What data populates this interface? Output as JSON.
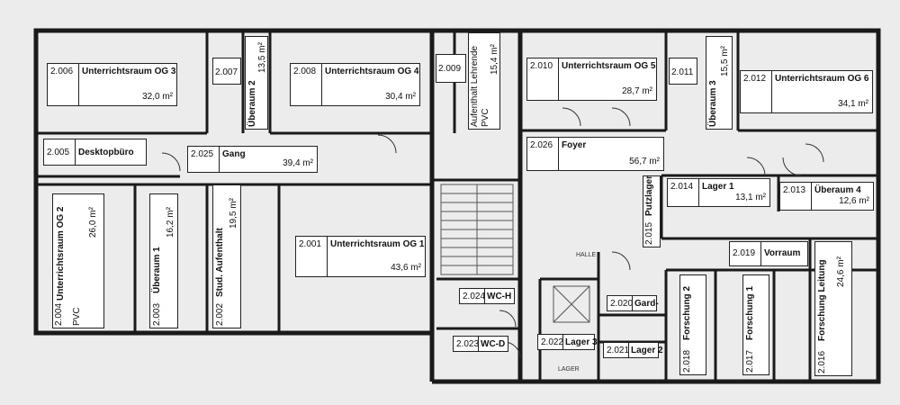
{
  "rooms": {
    "r2006": {
      "number": "2.006",
      "name": "Unterrichtsraum OG 3",
      "area": "32,0 m²"
    },
    "r2007": {
      "number": "2.007"
    },
    "r2008": {
      "number": "2.008",
      "name": "Unterrichtsraum OG 4",
      "area": "30,4 m²"
    },
    "r2009": {
      "number": "2.009"
    },
    "r2010": {
      "number": "2.010",
      "name": "Unterrichtsraum OG 5",
      "area": "28,7 m²"
    },
    "r2011": {
      "number": "2.011"
    },
    "r2012": {
      "number": "2.012",
      "name": "Unterrichtsraum OG 6",
      "area": "34,1 m²"
    },
    "r2005": {
      "number": "2.005",
      "name": "Desktopbüro"
    },
    "r2025": {
      "number": "2.025",
      "name": "Gang",
      "area": "39,4 m²"
    },
    "r2026": {
      "number": "2.026",
      "name": "Foyer",
      "area": "56,7 m²"
    },
    "r2014": {
      "number": "2.014",
      "name": "Lager 1",
      "area": "13,1 m²"
    },
    "r2013": {
      "number": "2.013",
      "name": "Überaum 4",
      "area": "12,6 m²"
    },
    "r2001": {
      "number": "2.001",
      "name": "Unterrichtsraum OG 1",
      "area": "43,6 m²"
    },
    "r2019": {
      "number": "2.019",
      "name": "Vorraum"
    },
    "r2024": {
      "number": "2.024",
      "name": "WC-H"
    },
    "r2020": {
      "number": "2.020",
      "name": "Gard-"
    },
    "r2023": {
      "number": "2.023",
      "name": "WC-D"
    },
    "r2022": {
      "number": "2.022",
      "name": "Lager 3"
    },
    "r2021": {
      "number": "2.021",
      "name": "Lager 2"
    },
    "r2004": {
      "number": "2.004",
      "name": "Unterrichtsraum OG 2",
      "area": "26,0 m²",
      "floor": "PVC"
    },
    "r2003": {
      "number": "2.003",
      "name": "Überaum 1",
      "area": "16,2 m²"
    },
    "r2002": {
      "number": "2.002",
      "name": "Stud. Aufenthalt",
      "area": "19,5 m²"
    },
    "r2018": {
      "number": "2.018",
      "name": "Forschung 2"
    },
    "r2017": {
      "number": "2.017",
      "name": "Forschung 1"
    },
    "r2016": {
      "number": "2.016",
      "name": "Forschung Leitung",
      "area": "24,6 m²"
    },
    "r2015": {
      "number": "2.015",
      "name": "Putzlager"
    }
  },
  "vertical": {
    "ueberaum2": {
      "name": "Überaum 2",
      "area": "13,5 m²"
    },
    "ueberaum3": {
      "name": "Überaum 3",
      "area": "15,5 m²"
    },
    "aufenthalt": {
      "name": "Aufenthalt Lehrende",
      "area": "15,4 m²",
      "floor": "PVC"
    }
  },
  "annotations": {
    "halle": "HALLE",
    "lager": "LAGER"
  },
  "colors": {
    "wall": "#1a1a1a",
    "paper": "#ececec",
    "label_bg": "#ffffff",
    "line": "#555555"
  }
}
